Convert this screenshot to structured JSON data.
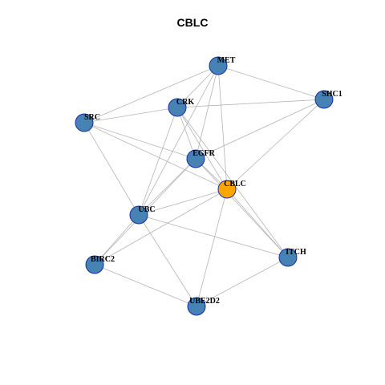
{
  "title": "CBLC",
  "colors": {
    "default_node": "#4682b4",
    "focus_node": "#ffa500",
    "node_border": "#1a2fa8",
    "edge": "#b4b4b4"
  },
  "nodes": [
    {
      "id": "MET",
      "label": "MET",
      "focus": false
    },
    {
      "id": "SHC1",
      "label": "SHC1",
      "focus": false
    },
    {
      "id": "CRK",
      "label": "CRK",
      "focus": false
    },
    {
      "id": "SRC",
      "label": "SRC",
      "focus": false
    },
    {
      "id": "EGFR",
      "label": "EGFR",
      "focus": false
    },
    {
      "id": "CBLC",
      "label": "CBLC",
      "focus": true
    },
    {
      "id": "UBC",
      "label": "UBC",
      "focus": false
    },
    {
      "id": "BIRC2",
      "label": "BIRC2",
      "focus": false
    },
    {
      "id": "ITCH",
      "label": "ITCH",
      "focus": false
    },
    {
      "id": "UBE2D2",
      "label": "UBE2D2",
      "focus": false
    }
  ],
  "edges": [
    [
      "MET",
      "SHC1"
    ],
    [
      "MET",
      "CRK"
    ],
    [
      "MET",
      "SRC"
    ],
    [
      "MET",
      "EGFR"
    ],
    [
      "MET",
      "CBLC"
    ],
    [
      "MET",
      "UBC"
    ],
    [
      "SHC1",
      "CRK"
    ],
    [
      "SHC1",
      "EGFR"
    ],
    [
      "SHC1",
      "CBLC"
    ],
    [
      "CRK",
      "SRC"
    ],
    [
      "CRK",
      "EGFR"
    ],
    [
      "CRK",
      "CBLC"
    ],
    [
      "CRK",
      "UBC"
    ],
    [
      "CRK",
      "ITCH"
    ],
    [
      "SRC",
      "EGFR"
    ],
    [
      "SRC",
      "CBLC"
    ],
    [
      "SRC",
      "UBC"
    ],
    [
      "EGFR",
      "CBLC"
    ],
    [
      "EGFR",
      "UBC"
    ],
    [
      "EGFR",
      "BIRC2"
    ],
    [
      "EGFR",
      "ITCH"
    ],
    [
      "CBLC",
      "UBC"
    ],
    [
      "CBLC",
      "BIRC2"
    ],
    [
      "CBLC",
      "ITCH"
    ],
    [
      "CBLC",
      "UBE2D2"
    ],
    [
      "UBC",
      "BIRC2"
    ],
    [
      "UBC",
      "ITCH"
    ],
    [
      "UBC",
      "UBE2D2"
    ],
    [
      "BIRC2",
      "UBE2D2"
    ],
    [
      "ITCH",
      "UBE2D2"
    ]
  ]
}
